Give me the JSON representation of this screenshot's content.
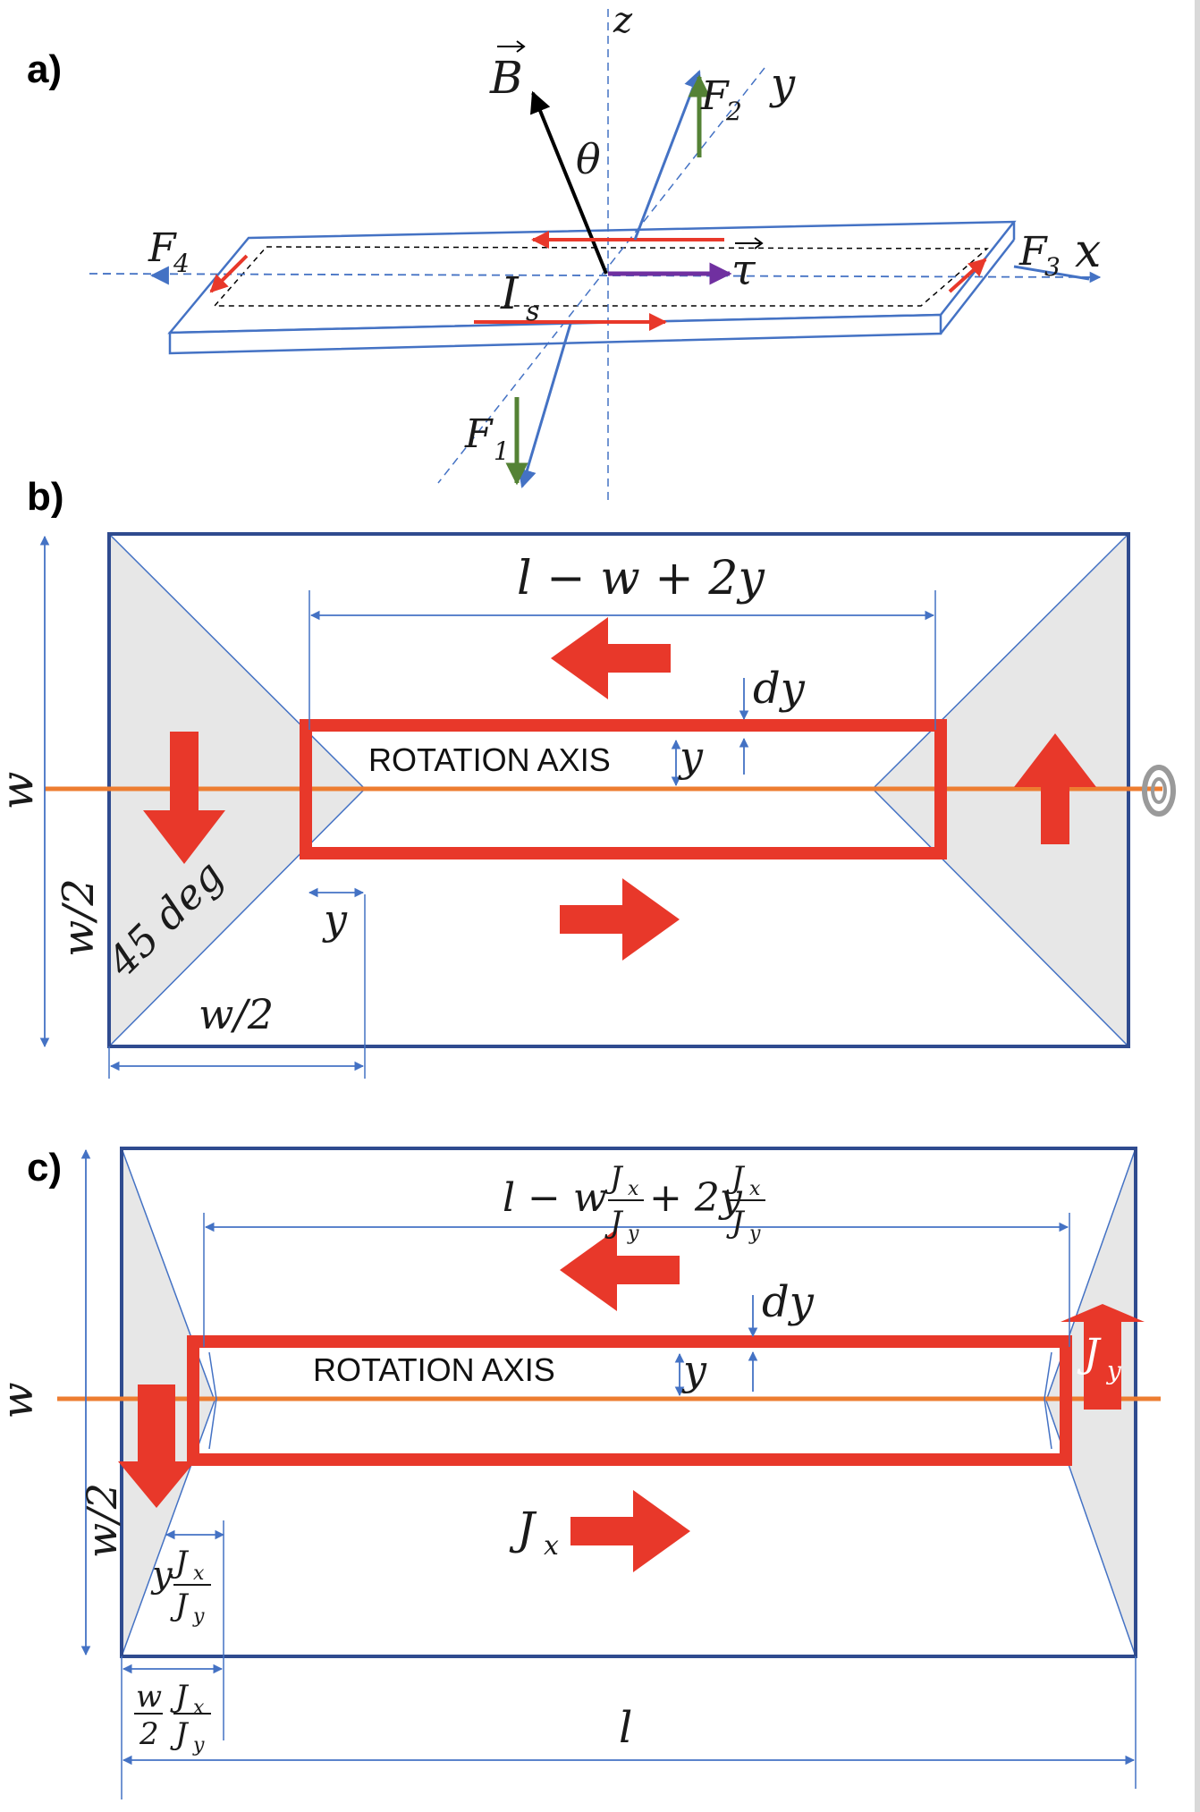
{
  "panels": {
    "a": {
      "label": "a)",
      "axis_z": "z",
      "axis_y": "y",
      "axis_x": "x",
      "field": "B",
      "angle": "θ",
      "torque": "τ",
      "current": "I",
      "current_sub": "s",
      "force_1": "F",
      "force_1_sub": "1",
      "force_2": "F",
      "force_2_sub": "2",
      "force_3": "F",
      "force_3_sub": "3",
      "force_4": "F",
      "force_4_sub": "4"
    },
    "b": {
      "label": "b)",
      "width_label": "w",
      "half_width_label": "w/2",
      "half_width_bottom": "w/2",
      "angle_label": "45 deg",
      "length_label": "l − w + 2y",
      "dy_label": "dy",
      "y_label": "y",
      "y_offset_label": "y",
      "axis_label": "ROTATION AXIS"
    },
    "c": {
      "label": "c)",
      "width_label": "w",
      "half_width_label": "w/2",
      "length_pre": "l − w",
      "length_mid": "+ 2y",
      "frac_num": "J",
      "frac_num_sub": "x",
      "frac_den": "J",
      "frac_den_sub": "y",
      "dy_label": "dy",
      "y_label": "y",
      "y_frac_prefix": "y",
      "bottom_w": "w",
      "bottom_2": "2",
      "length_bottom": "l",
      "axis_label": "ROTATION AXIS",
      "jx_label": "J",
      "jx_sub": "x",
      "jy_label": "J",
      "jy_sub": "y"
    }
  },
  "colors": {
    "blue": "#4472c4",
    "dark_blue": "#2f4b8f",
    "red": "#e8382a",
    "green": "#548235",
    "orange": "#ed7d31",
    "purple": "#7030a0",
    "grey_fill": "#e7e7e7"
  }
}
